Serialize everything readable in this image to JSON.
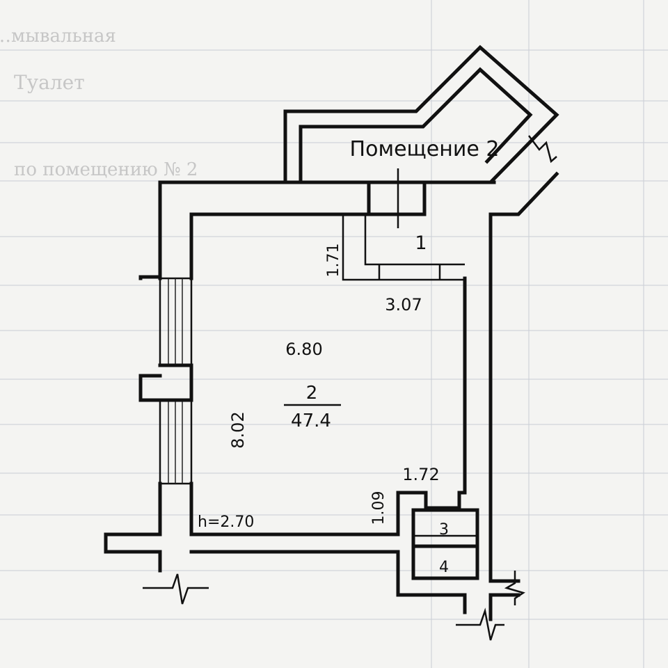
{
  "title": "Помещение 2",
  "rooms": [
    {
      "number": "1"
    },
    {
      "number": "2",
      "area": "47.4"
    },
    {
      "number": "3"
    },
    {
      "number": "4"
    }
  ],
  "dimensions": {
    "room1_width": "1.71",
    "room1_length": "3.07",
    "room2_length": "6.80",
    "room2_width": "8.02",
    "room3_width": "1.72",
    "room3_depth": "1.09",
    "ceiling_height": "h=2.70"
  },
  "background_text": {
    "row1": "…мывальная",
    "row2": "Туалет",
    "row3": "по помещению № 2"
  },
  "colors": {
    "ink": "#111111",
    "paper": "#f4f4f2",
    "grid": "#c9cdd4"
  }
}
